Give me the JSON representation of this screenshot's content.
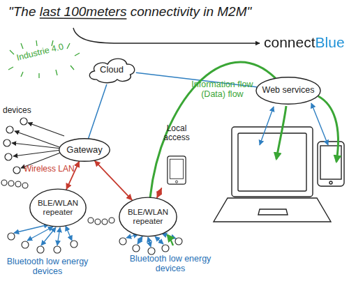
{
  "diagram": {
    "title": "\"The last 100meters connectivity in M2M\"",
    "nodes": [
      {
        "text": [
          "Cloud"
        ]
      },
      {
        "text": [
          "Web services"
        ]
      },
      {
        "text": [
          "Local access"
        ]
      },
      {
        "text": [
          "Gateway"
        ]
      },
      {
        "text": [
          "BLE/WLAN repeater"
        ]
      },
      {
        "text": [
          "BLE/WLAN repeater"
        ]
      }
    ],
    "edges": [
      {
        "from": 0,
        "to": 1,
        "arrow": "none"
      },
      {
        "from": 3,
        "to": 0,
        "arrow": "none"
      },
      {
        "from": 3,
        "to": 4,
        "arrow": "both"
      },
      {
        "from": 3,
        "to": 5,
        "arrow": "both"
      },
      {
        "from": 2,
        "to": 5,
        "arrow": "both"
      },
      {
        "from": 5,
        "to": 1,
        "label": "Information flow (Data) flow",
        "arrow": "none"
      }
    ],
    "labels": [
      "connectBlue",
      "Industrie 4.0",
      "devices",
      "Wireless LAN",
      "Bluetooth low energy devices",
      "Bluetooth low energy devices"
    ]
  }
}
